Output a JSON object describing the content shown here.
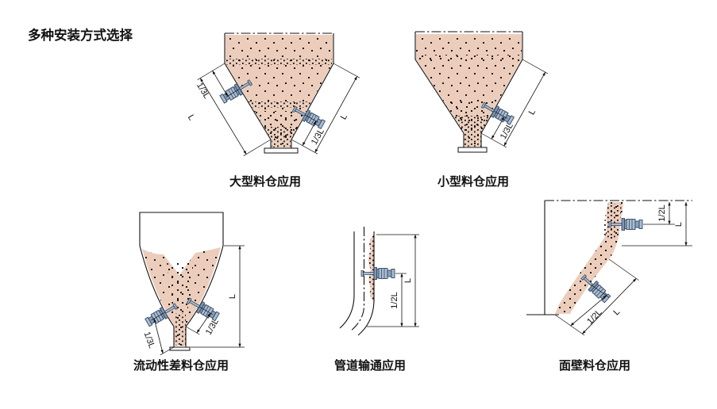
{
  "title": "多种安装方式选择",
  "colors": {
    "material": "#eccdbb",
    "dots": "#1a1a1a",
    "line": "#111111",
    "sensor_body": "#a9bdd3",
    "sensor_dark": "#7f97b4",
    "sensor_outline": "#33475f"
  },
  "diagrams": {
    "large_hopper": {
      "caption": "大型料仓应用",
      "dims": {
        "left_third": "1/3L",
        "left_full": "L",
        "right_third": "1/3L",
        "right_full": "L"
      }
    },
    "small_hopper": {
      "caption": "小型料仓应用",
      "dims": {
        "third": "1/3L",
        "full": "L"
      }
    },
    "poor_flow_hopper": {
      "caption": "流动性差料仓应用",
      "dims": {
        "left_third": "1/3L",
        "right_third": "1/3L",
        "full": "L"
      }
    },
    "pipe": {
      "caption": "管道输通应用",
      "dims": {
        "half": "1/2L",
        "full": "L"
      }
    },
    "wall_hopper": {
      "caption": "面壁料仓应用",
      "dims": {
        "top_half": "1/2L",
        "top_full": "L",
        "slope_half": "1/2L",
        "slope_full": "L"
      }
    }
  }
}
